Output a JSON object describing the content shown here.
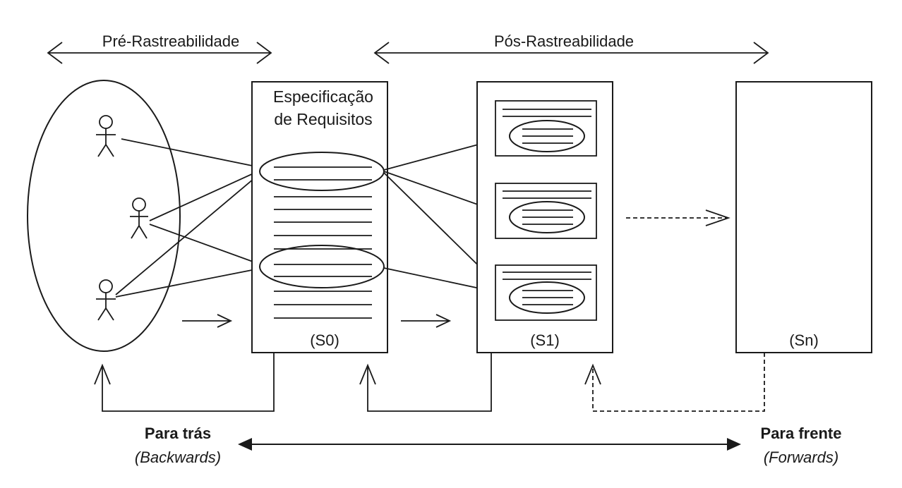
{
  "header": {
    "pre_traceability": "Pré-Rastreabilidade",
    "post_traceability": "Pós-Rastreabilidade"
  },
  "specification": {
    "title_line1": "Especificação",
    "title_line2": "de Requisitos",
    "label": "(S0)"
  },
  "stage_s1": {
    "label": "(S1)"
  },
  "stage_sn": {
    "label": "(Sn)"
  },
  "footer": {
    "backwards_title": "Para trás",
    "backwards_subtitle": "(Backwards)",
    "forwards_title": "Para frente",
    "forwards_subtitle": "(Forwards)"
  }
}
